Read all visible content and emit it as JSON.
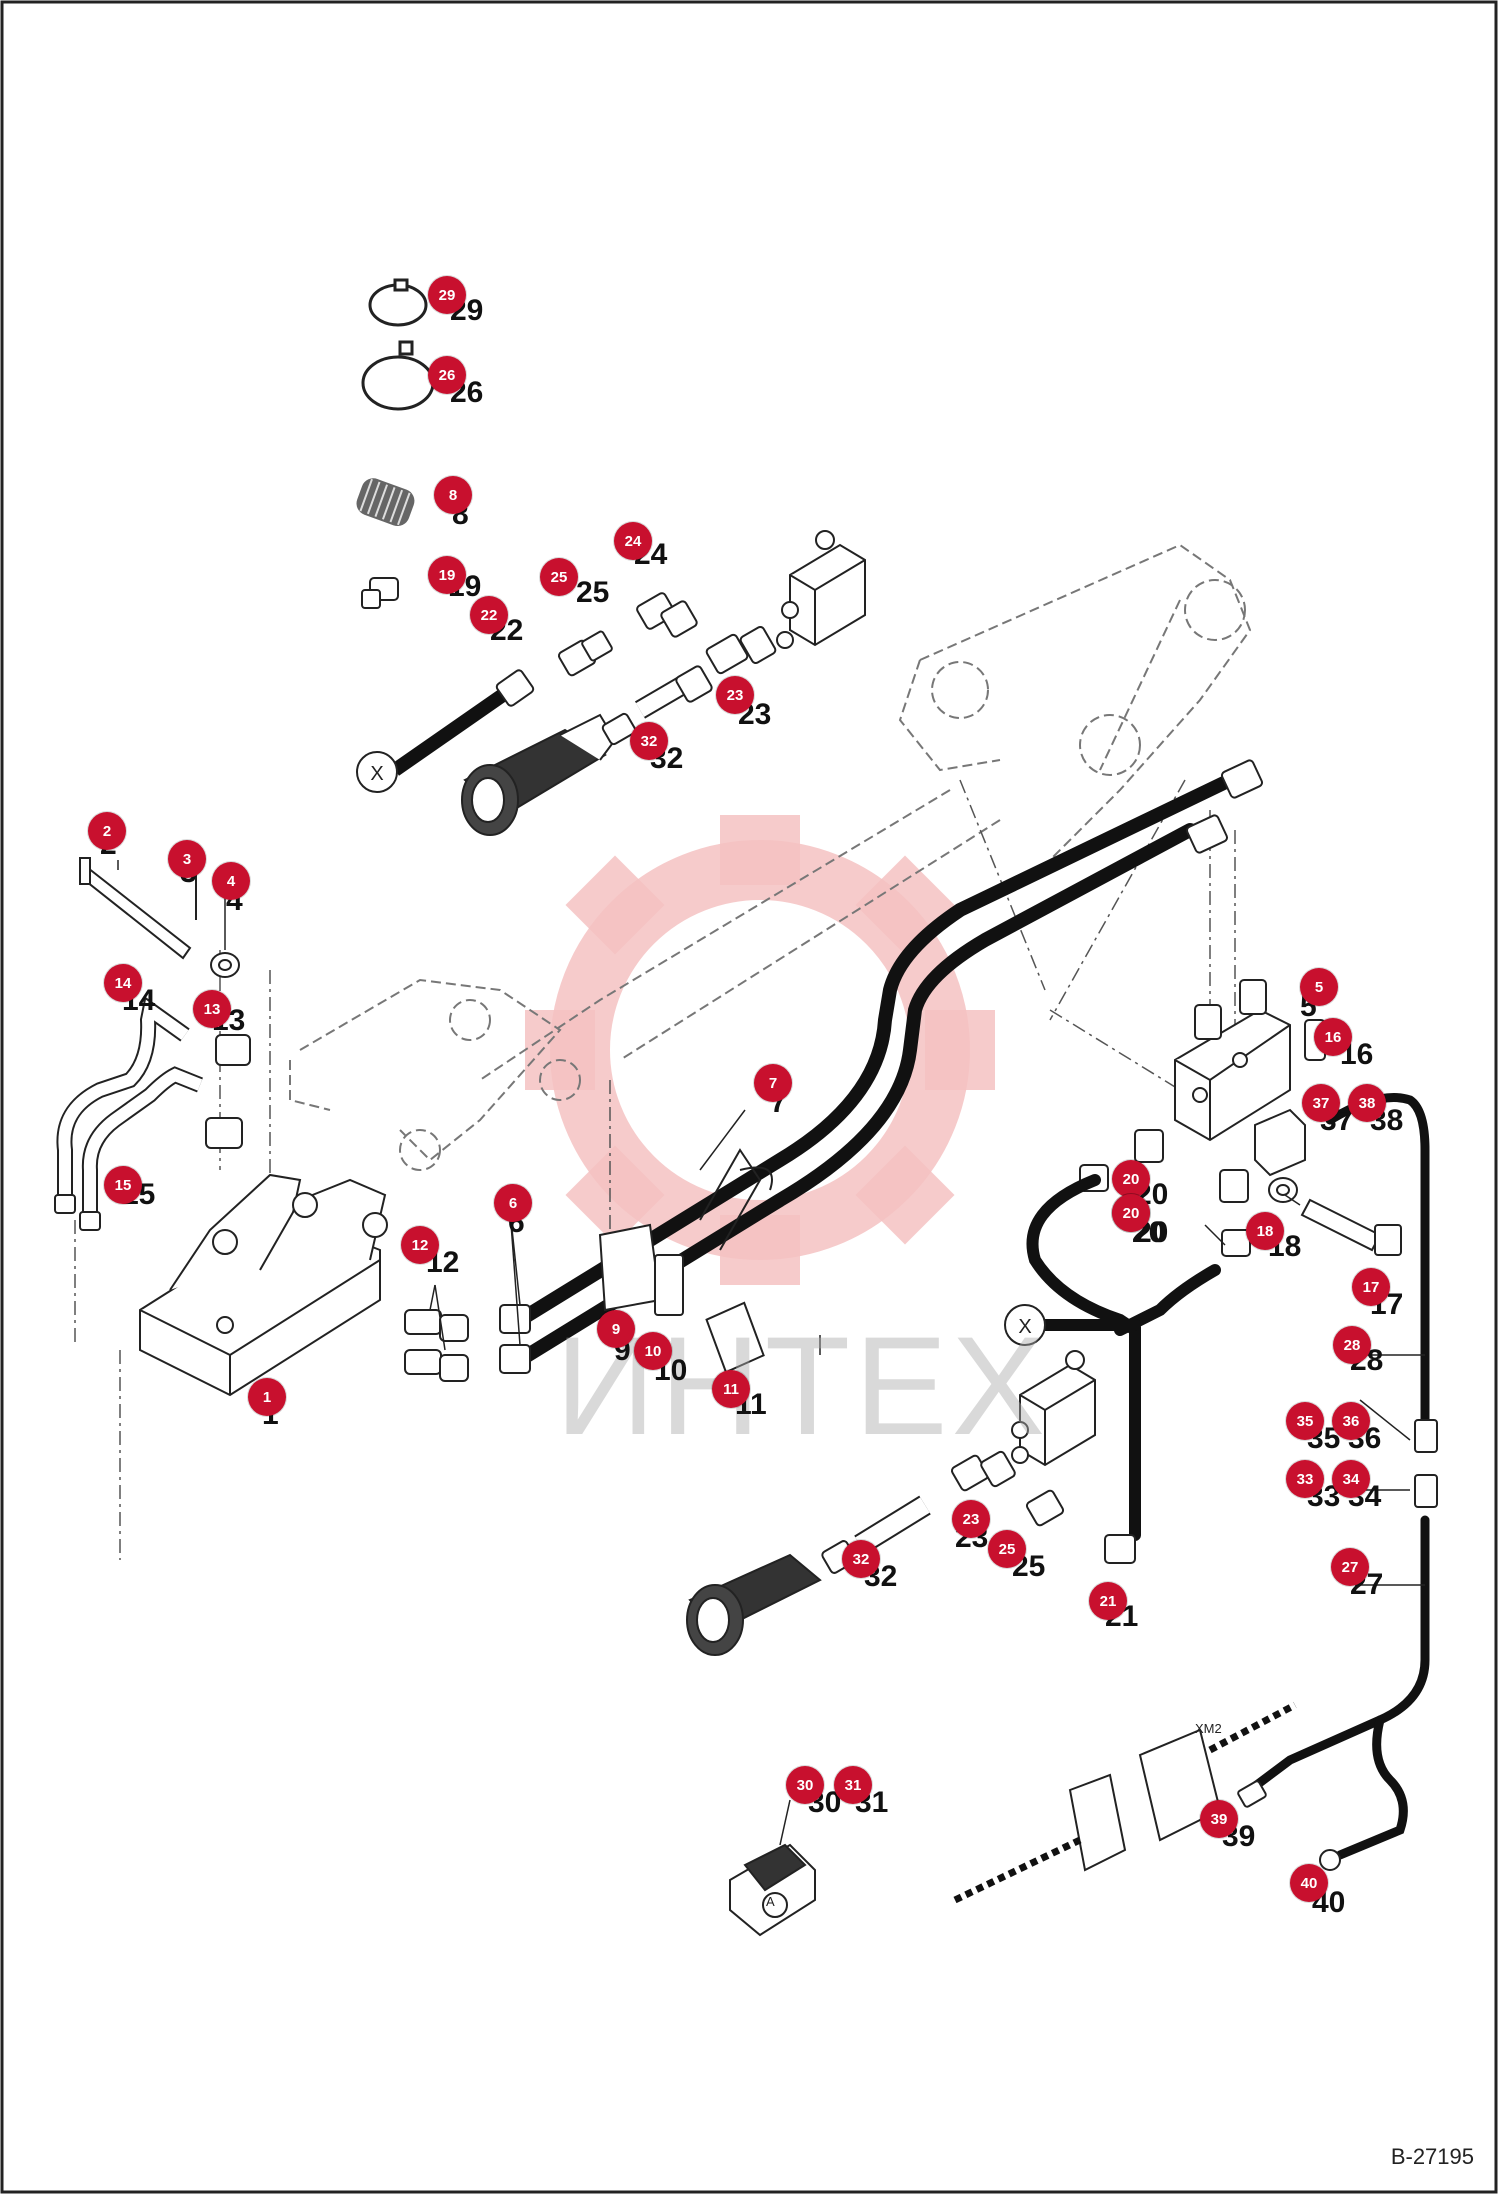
{
  "drawing": {
    "code": "B-27195",
    "watermark": "ИНТЕХ",
    "connector_label": "XM2",
    "junction_label": "X",
    "button_label": "A"
  },
  "colors": {
    "marker": "#c8102e",
    "line": "#111111",
    "watermark": "#f3b8b8",
    "hose": "#111111"
  },
  "parts": [
    {
      "marker": "1",
      "text": "1"
    },
    {
      "marker": "2",
      "text": "2"
    },
    {
      "marker": "3",
      "text": "3"
    },
    {
      "marker": "4",
      "text": "4"
    },
    {
      "marker": "5",
      "text": "5"
    },
    {
      "marker": "6",
      "text": "6"
    },
    {
      "marker": "7",
      "text": "7"
    },
    {
      "marker": "8",
      "text": "8"
    },
    {
      "marker": "9",
      "text": "9"
    },
    {
      "marker": "10",
      "text": "10"
    },
    {
      "marker": "11",
      "text": "11"
    },
    {
      "marker": "12",
      "text": "12"
    },
    {
      "marker": "13",
      "text": "13"
    },
    {
      "marker": "14",
      "text": "14"
    },
    {
      "marker": "15",
      "text": "15"
    },
    {
      "marker": "16",
      "text": "16"
    },
    {
      "marker": "17",
      "text": "17"
    },
    {
      "marker": "18",
      "text": "18"
    },
    {
      "marker": "19",
      "text": "19"
    },
    {
      "marker": "20",
      "text": "20"
    },
    {
      "marker": "20",
      "text": "20"
    },
    {
      "marker": "20",
      "text": "20"
    },
    {
      "marker": "21",
      "text": "21"
    },
    {
      "marker": "22",
      "text": "22"
    },
    {
      "marker": "23",
      "text": "23"
    },
    {
      "marker": "23",
      "text": "23"
    },
    {
      "marker": "24",
      "text": "24"
    },
    {
      "marker": "25",
      "text": "25"
    },
    {
      "marker": "25",
      "text": "25"
    },
    {
      "marker": "26",
      "text": "26"
    },
    {
      "marker": "27",
      "text": "27"
    },
    {
      "marker": "28",
      "text": "28"
    },
    {
      "marker": "29",
      "text": "29"
    },
    {
      "marker": "30",
      "text": "30"
    },
    {
      "marker": "31",
      "text": "31"
    },
    {
      "marker": "32",
      "text": "32"
    },
    {
      "marker": "32",
      "text": "32"
    },
    {
      "marker": "33",
      "text": "33"
    },
    {
      "marker": "34",
      "text": "34"
    },
    {
      "marker": "35",
      "text": "35"
    },
    {
      "marker": "36",
      "text": "36"
    },
    {
      "marker": "37",
      "text": "37"
    },
    {
      "marker": "38",
      "text": "38"
    },
    {
      "marker": "39",
      "text": "39"
    },
    {
      "marker": "40",
      "text": "40"
    }
  ]
}
